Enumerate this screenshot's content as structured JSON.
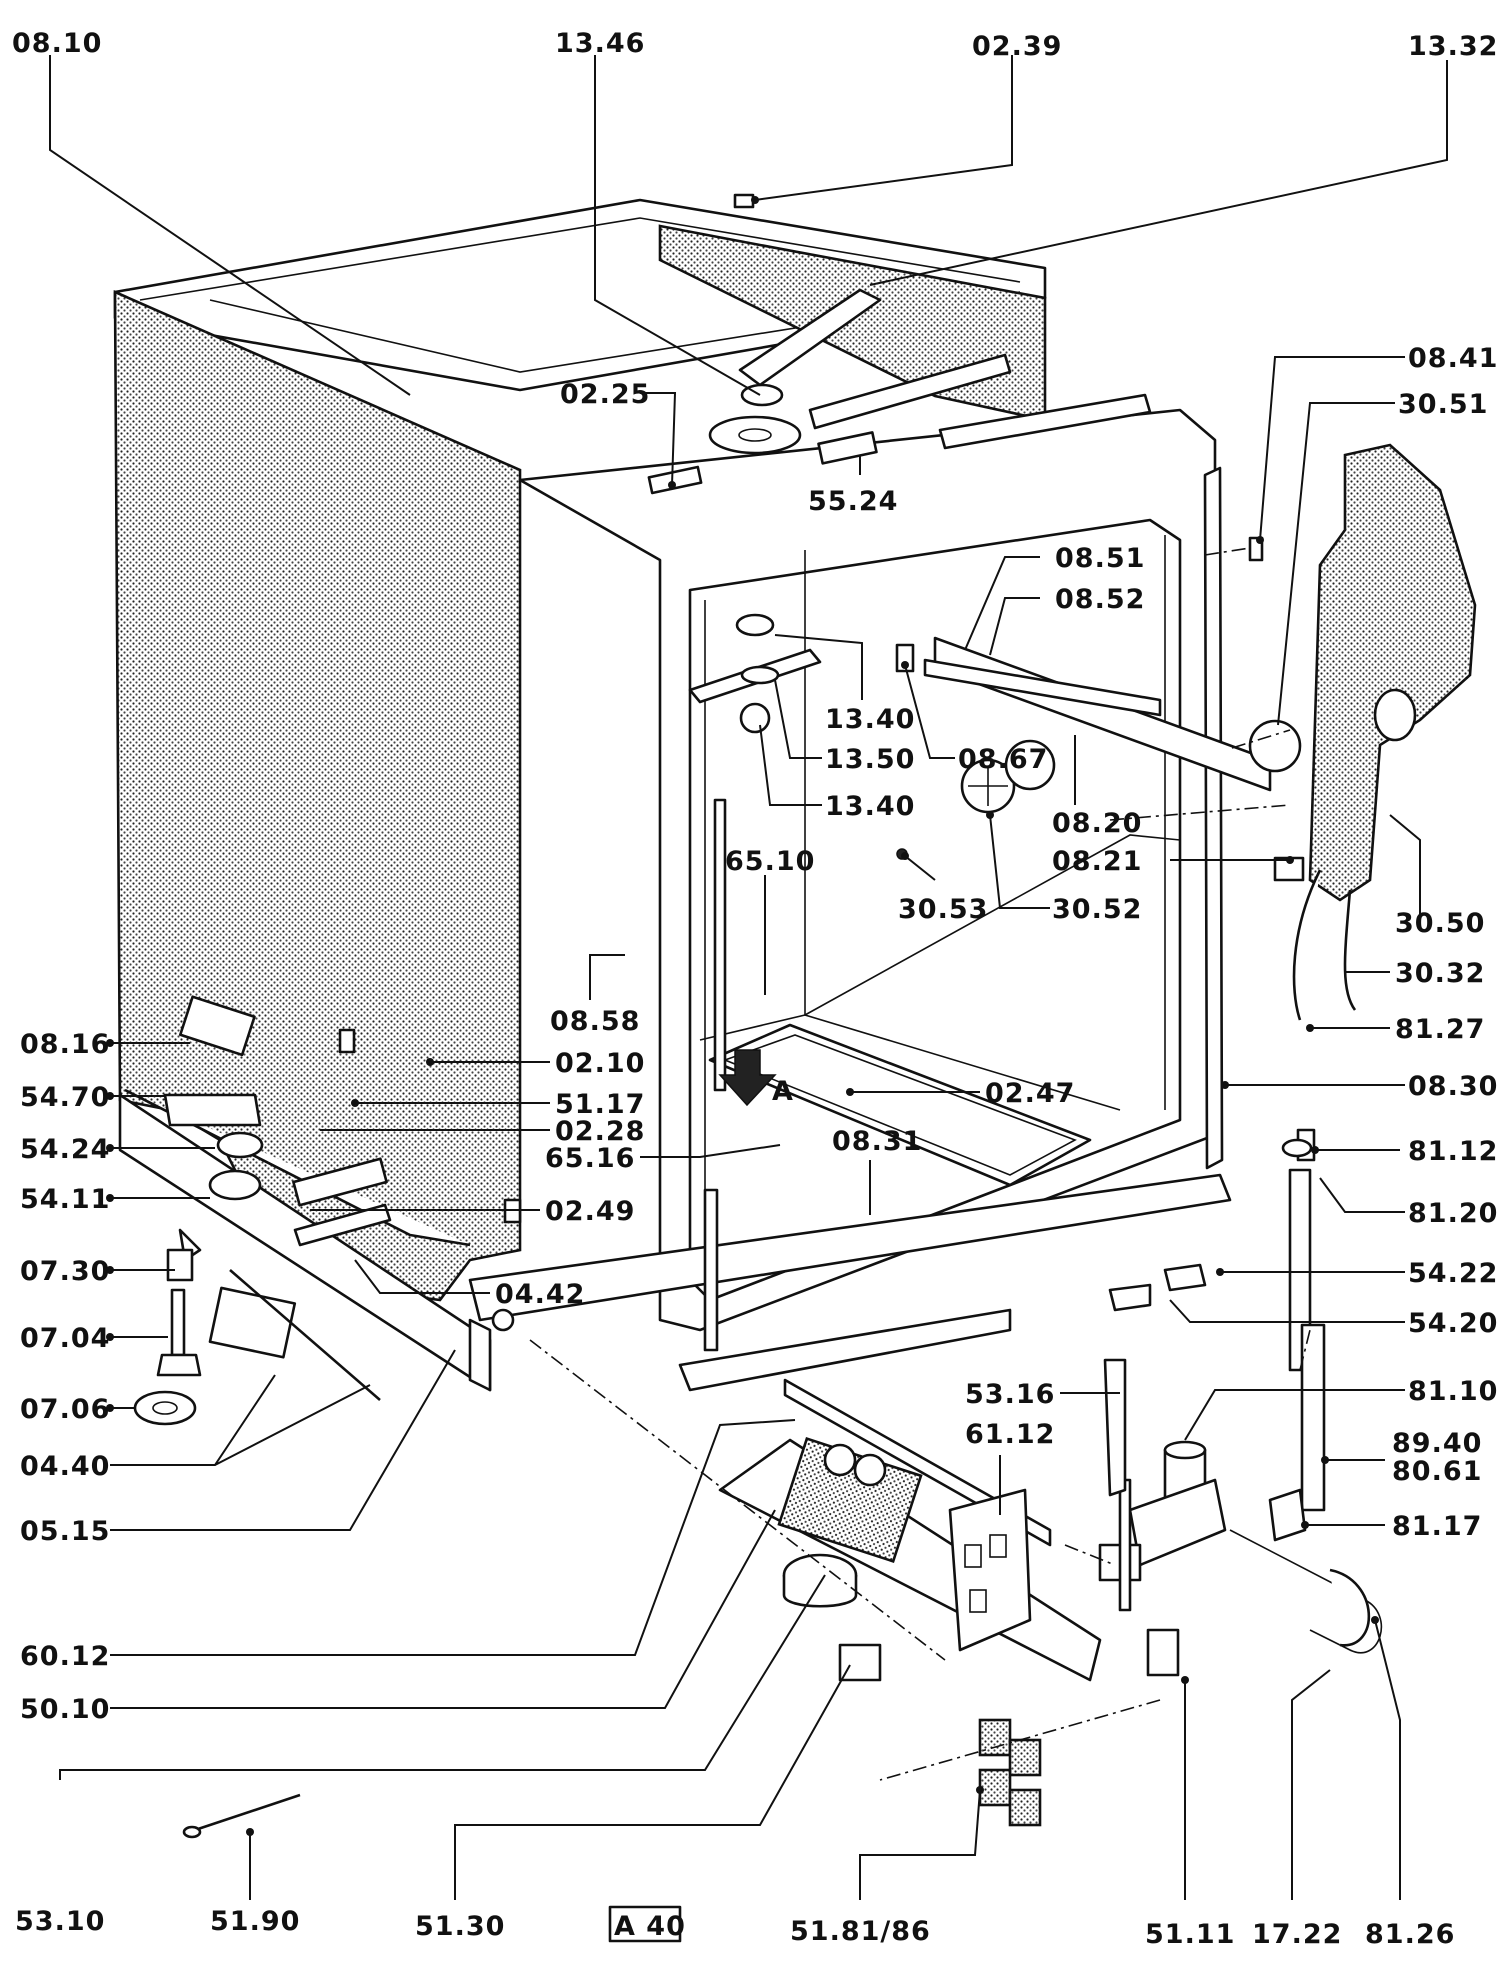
{
  "callouts": {
    "c0810": "08.10",
    "c1346": "13.46",
    "c0239": "02.39",
    "c1332": "13.32",
    "c0841": "08.41",
    "c3051": "30.51",
    "c0225": "02.25",
    "c5524": "55.24",
    "c0851": "08.51",
    "c0852": "08.52",
    "c1340a": "13.40",
    "c1350": "13.50",
    "c0867": "08.67",
    "c1340b": "13.40",
    "c0820": "08.20",
    "c0821": "08.21",
    "c3053": "30.53",
    "c3052": "30.52",
    "c6510": "65.10",
    "c3050": "30.50",
    "c3032": "30.32",
    "c8127": "81.27",
    "c0858": "08.58",
    "c0816": "08.16",
    "c0210": "02.10",
    "c5470": "54.70",
    "c5117": "51.17",
    "c0247": "02.47",
    "c0830": "08.30",
    "c0228": "02.28",
    "c5424": "54.24",
    "c6516": "65.16",
    "c0831": "08.31",
    "c8112": "81.12",
    "c5411": "54.11",
    "c0249": "02.49",
    "c8120": "81.20",
    "c0730": "07.30",
    "c5422": "54.22",
    "c0442": "04.42",
    "c0704": "07.04",
    "c5420": "54.20",
    "c5316": "53.16",
    "c8110": "81.10",
    "c0706": "07.06",
    "c6112": "61.12",
    "c8940": "89.40",
    "c8061": "80.61",
    "c0440": "04.40",
    "c8117": "81.17",
    "c0515": "05.15",
    "c6012": "60.12",
    "c5010": "50.10",
    "c5310": "53.10",
    "c5190": "51.90",
    "c5130": "51.30",
    "cA40": "A 40",
    "c5181": "51.81/86",
    "c5111": "51.11",
    "c1722": "17.22",
    "c8126": "81.26",
    "cViewA": "A"
  }
}
